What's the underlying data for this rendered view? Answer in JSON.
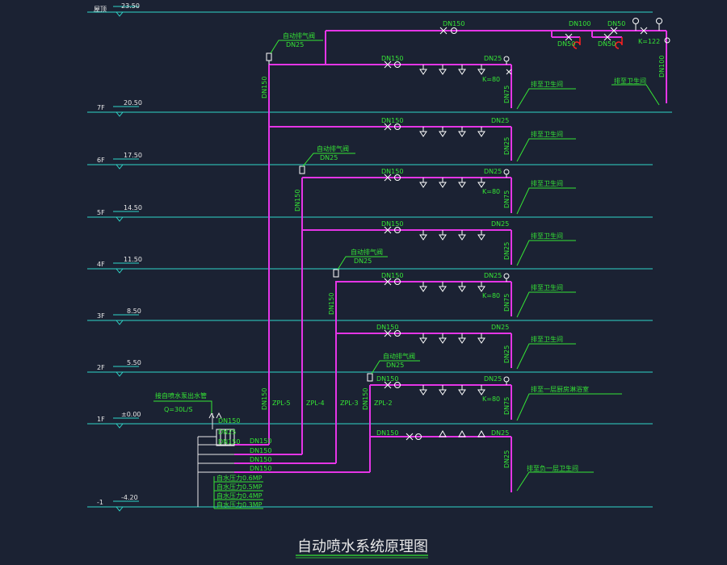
{
  "title": "自动喷水系统原理图",
  "colors": {
    "background": "#1b2233",
    "floor_line": "#2fd6c8",
    "pipe": "#e535e6",
    "text": "#35e635",
    "red": "#ff2020",
    "white": "#e8e8e8"
  },
  "floors": [
    {
      "name": "屋顶",
      "elev": "23.50"
    },
    {
      "name": "7F",
      "elev": "20.50"
    },
    {
      "name": "6F",
      "elev": "17.50"
    },
    {
      "name": "5F",
      "elev": "14.50"
    },
    {
      "name": "4F",
      "elev": "11.50"
    },
    {
      "name": "3F",
      "elev": "8.50"
    },
    {
      "name": "2F",
      "elev": "5.50"
    },
    {
      "name": "1F",
      "elev": "±0.00"
    },
    {
      "name": "-1",
      "elev": "-4.20"
    }
  ],
  "risers": [
    "ZPL-5",
    "ZPL-4",
    "ZPL-3",
    "ZPL-2"
  ],
  "labels": {
    "air_valve": "自动排气阀",
    "dn25": "DN25",
    "dn50": "DN50",
    "dn75": "DN75",
    "dn100": "DN100",
    "dn150": "DN150",
    "k80": "K=80",
    "k122": "K=122",
    "to_toilet": "排至卫生间",
    "to_1f_room": "排至一层厨房淋浴室",
    "to_b1_toilet": "排至负一层卫生间",
    "pump_inlet": "接自喷水泵出水管",
    "flow": "Q=30L/S"
  },
  "pressures": [
    "自水压力0.6MP",
    "自水压力0.5MP",
    "自水压力0.4MP",
    "自水压力0.3MP"
  ]
}
